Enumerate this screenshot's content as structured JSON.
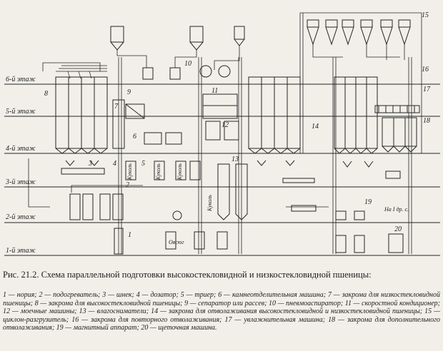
{
  "floors": [
    "6-й этаж",
    "5-й этаж",
    "4-й этаж",
    "3-й этаж",
    "2-й этаж",
    "1-й этаж"
  ],
  "callouts": [
    "1",
    "2",
    "3",
    "4",
    "5",
    "6",
    "7",
    "8",
    "9",
    "10",
    "11",
    "12",
    "13",
    "14",
    "15",
    "16",
    "17",
    "18",
    "19",
    "20"
  ],
  "equipment_labels": {
    "kukol_1": "Куколь",
    "kukol_2": "Куколь",
    "kukol_3": "Куколь",
    "kukol_4": "Куколь",
    "ovsyug": "Овсюг",
    "na_dr": "На I др. с."
  },
  "caption": "Рис. 21.2. Схема параллельной подготовки высокостекловидной и низкостекловидной пшеницы:",
  "legend": "1 — нория; 2 — подогреватель; 3 — шнек; 4 — дозатор; 5 — триер; 6 — камнеотделительная машина; 7 — закрома для низкостекловидной пшеницы; 8 — закрома для высокостекловидной пшеницы; 9 — сепаратор или рассев; 10 — пневмоаспиратор; 11 — скоростной кондиционер; 12 — моечные машины; 13 — влагосниматели; 14 — закрома для отволаживания высокостекловидной и низкостекловидной пшеницы; 15 — циклон-разгрузитель; 16 — закрома для повторного отволаживания; 17 — увлажнительная машина; 18 — закрома для дополнительного отволаживания; 19 — магнитный аппарат; 20 — щеточная машина."
}
